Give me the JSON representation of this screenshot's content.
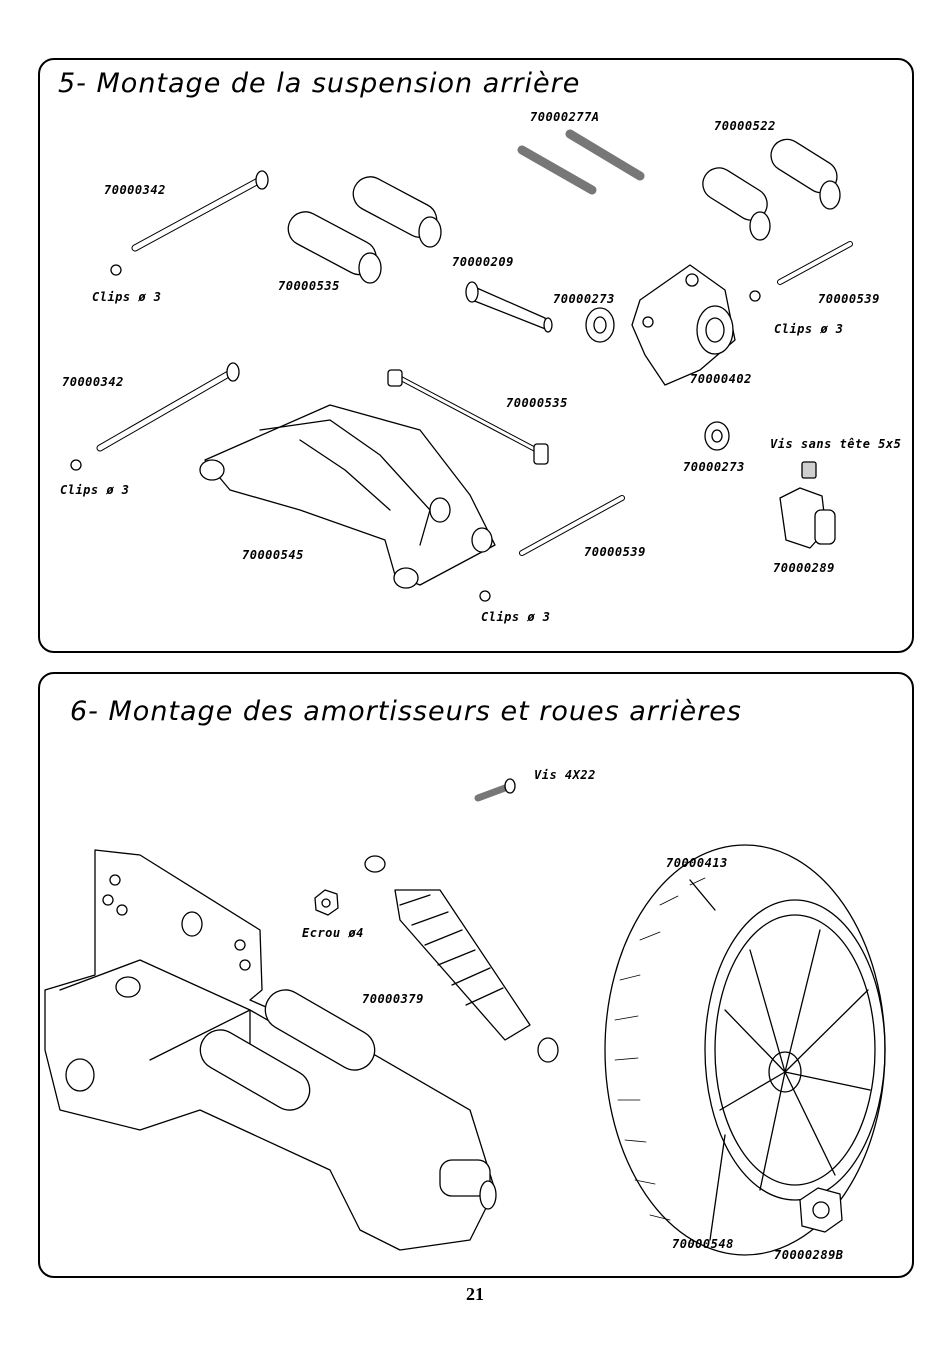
{
  "section5": {
    "title": "5- Montage de la suspension arrière",
    "labels": {
      "p70000277A": "70000277A",
      "p70000522": "70000522",
      "p70000342_top": "70000342",
      "p70000209": "70000209",
      "p70000535_top": "70000535",
      "p70000273_top": "70000273",
      "p70000539_right": "70000539",
      "clips_a": "Clips ø 3",
      "clips_b": "Clips ø 3",
      "p70000402": "70000402",
      "p70000342_mid": "70000342",
      "p70000535_mid": "70000535",
      "clips_c": "Clips ø 3",
      "p70000273_mid": "70000273",
      "vis_sans_tete": "Vis sans tête 5x5",
      "p70000545": "70000545",
      "p70000539_mid": "70000539",
      "p70000289": "70000289",
      "clips_d": "Clips ø 3"
    }
  },
  "section6": {
    "title": "6- Montage des amortisseurs et roues arrières",
    "labels": {
      "vis_4x22": "Vis 4X22",
      "p70000413": "70000413",
      "ecrou": "Ecrou ø4",
      "p70000379": "70000379",
      "p70000548": "70000548",
      "p70000289B": "70000289B"
    }
  },
  "page_number": "21"
}
